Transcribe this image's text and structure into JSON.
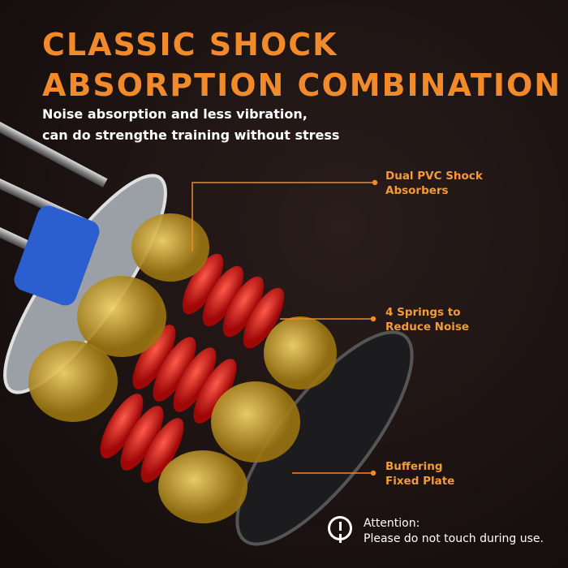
{
  "header": {
    "title_line1": "Classic Shock",
    "title_line2": "Absorption Combination",
    "subtitle_line1": "Noise absorption and less vibration,",
    "subtitle_line2": "can do strengthe training without stress"
  },
  "callouts": [
    {
      "line1": "Dual PVC Shock",
      "line2": "Absorbers"
    },
    {
      "line1": "4 Springs to",
      "line2": "Reduce Noise"
    },
    {
      "line1": "Buffering",
      "line2": "Fixed Plate"
    }
  ],
  "attention": {
    "label": "Attention:",
    "text": "Please do not touch during use."
  },
  "colors": {
    "accent": "#f08a2a",
    "spring": "#e01818",
    "absorber": "#d9a92a"
  }
}
